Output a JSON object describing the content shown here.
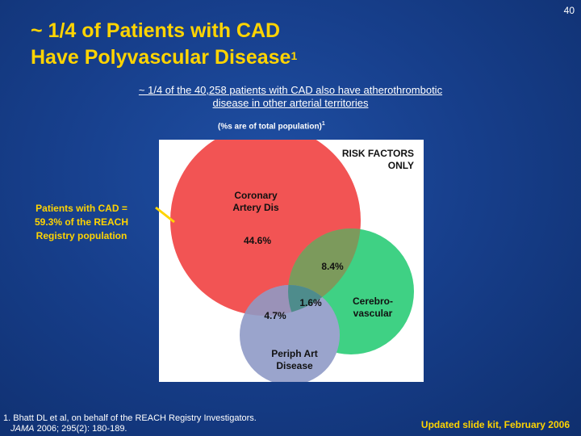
{
  "slide_number": "40",
  "title": {
    "line1": "~ 1/4 of Patients with CAD",
    "line2": "Have Polyvascular Disease",
    "superscript": "1"
  },
  "subtitle": {
    "line1": "~ 1/4 of the 40,258 patients with CAD also have atherothrombotic",
    "line2": "disease in other arterial territories"
  },
  "note": {
    "text": "(%s are of total population)",
    "superscript": "1"
  },
  "diagram": {
    "risk_factors_line1": "RISK FACTORS",
    "risk_factors_line2": "ONLY",
    "coronary_line1": "Coronary",
    "coronary_line2": "Artery Dis",
    "coronary_only_pct": "44.6%",
    "cad_cerebro_pct": "8.4%",
    "all_three_pct": "1.6%",
    "cad_periph_pct": "4.7%",
    "cerebro_line1": "Cerebro-",
    "cerebro_line2": "vascular",
    "periph_line1": "Periph Art",
    "periph_line2": "Disease",
    "colors": {
      "coronary": "#f25454",
      "cerebrovascular": "#3fd184",
      "peripheral": "#9aa4cc",
      "overlap_cad_cerebro": "#7c9a5c",
      "overlap_cad_periph": "#9a92b8",
      "overlap_all": "#4e8c8c"
    }
  },
  "side_label": {
    "line1": "Patients with CAD =",
    "line2": "59.3% of the REACH",
    "line3": "Registry population"
  },
  "reference": {
    "line1": "1. Bhatt DL et al, on behalf of the REACH Registry Investigators.",
    "journal": "JAMA",
    "line2_rest": " 2006; 295(2): 180-189."
  },
  "footer": "Updated slide kit, February 2006"
}
